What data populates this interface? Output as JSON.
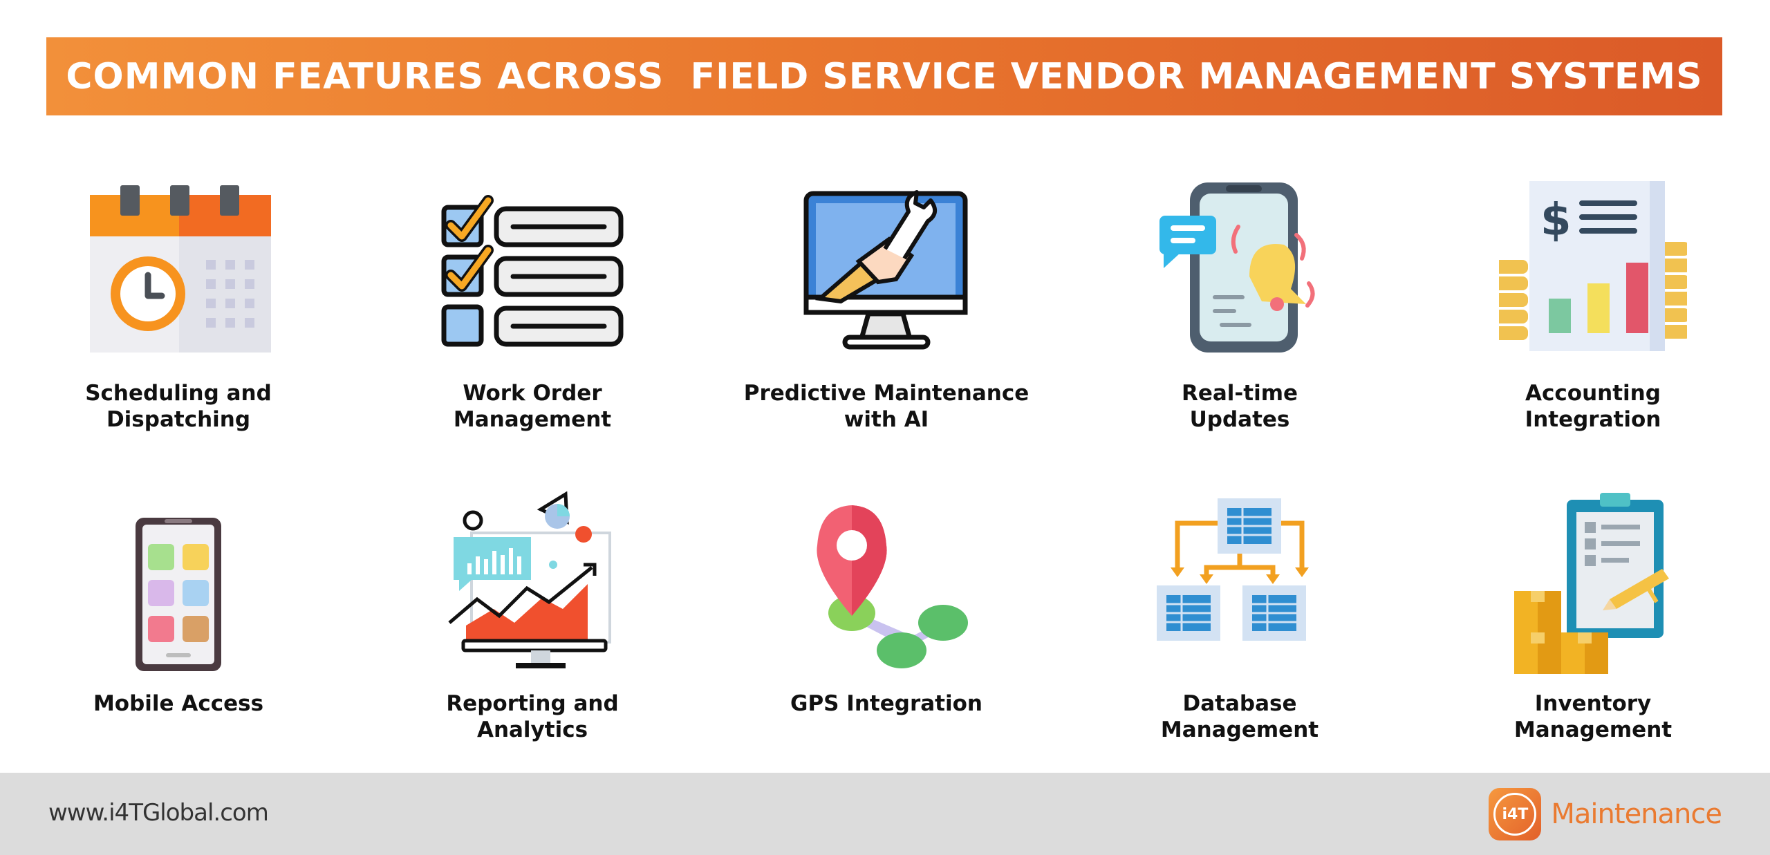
{
  "header": {
    "title": "COMMON FEATURES ACROSS  FIELD SERVICE VENDOR MANAGEMENT SYSTEMS"
  },
  "features": [
    {
      "label": "Scheduling and\nDispatching",
      "icon": "calendar-clock-icon"
    },
    {
      "label": "Work Order\nManagement",
      "icon": "checklist-icon"
    },
    {
      "label": "Predictive Maintenance\nwith AI",
      "icon": "monitor-wrench-icon"
    },
    {
      "label": "Real-time\nUpdates",
      "icon": "phone-notification-icon"
    },
    {
      "label": "Accounting\nIntegration",
      "icon": "finance-report-icon"
    },
    {
      "label": "Mobile Access",
      "icon": "mobile-apps-icon"
    },
    {
      "label": "Reporting and\nAnalytics",
      "icon": "analytics-dashboard-icon"
    },
    {
      "label": "GPS Integration",
      "icon": "map-pin-route-icon"
    },
    {
      "label": "Database\nManagement",
      "icon": "database-tables-icon"
    },
    {
      "label": "Inventory\nManagement",
      "icon": "clipboard-boxes-icon"
    }
  ],
  "footer": {
    "url": "www.i4TGlobal.com",
    "brand_logo_text": "i4T",
    "brand_name": "Maintenance"
  },
  "colors": {
    "banner_start": "#f2903a",
    "banner_end": "#db5a28",
    "footer_bg": "#dcdcdc",
    "brand": "#ea7a30"
  }
}
